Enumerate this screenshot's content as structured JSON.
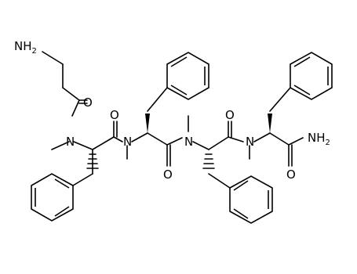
{
  "atoms": {
    "nh2_terminal": "NH",
    "nh2_terminal_sub": "2",
    "nh2_amide": "NH",
    "nh2_amide_sub": "2",
    "o1": "O",
    "o2": "O",
    "o3": "O",
    "o4": "O",
    "o5": "O",
    "n1": "N",
    "n2": "N",
    "n3": "N",
    "n4": "N"
  },
  "colors": {
    "bond": "#000000",
    "background": "#ffffff"
  }
}
